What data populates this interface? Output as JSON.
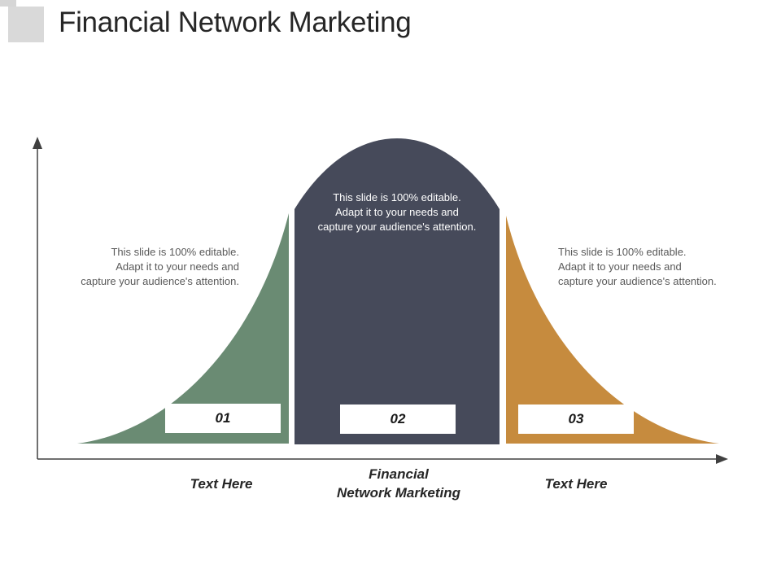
{
  "title": "Financial Network Marketing",
  "colors": {
    "green": "#6a8b73",
    "navy": "#464a5a",
    "orange": "#c68b3e",
    "axis": "#404040"
  },
  "segments": [
    {
      "number": "01",
      "description": "This slide is 100% editable.\nAdapt it to your needs and\ncapture your audience's attention.",
      "label": "Text Here"
    },
    {
      "number": "02",
      "description": "This slide is 100% editable.\nAdapt it to your needs and\ncapture your audience's attention.",
      "label": "Financial\nNetwork Marketing"
    },
    {
      "number": "03",
      "description": "This slide is 100% editable.\nAdapt it to your needs and\ncapture your audience's attention.",
      "label": "Text Here"
    }
  ]
}
